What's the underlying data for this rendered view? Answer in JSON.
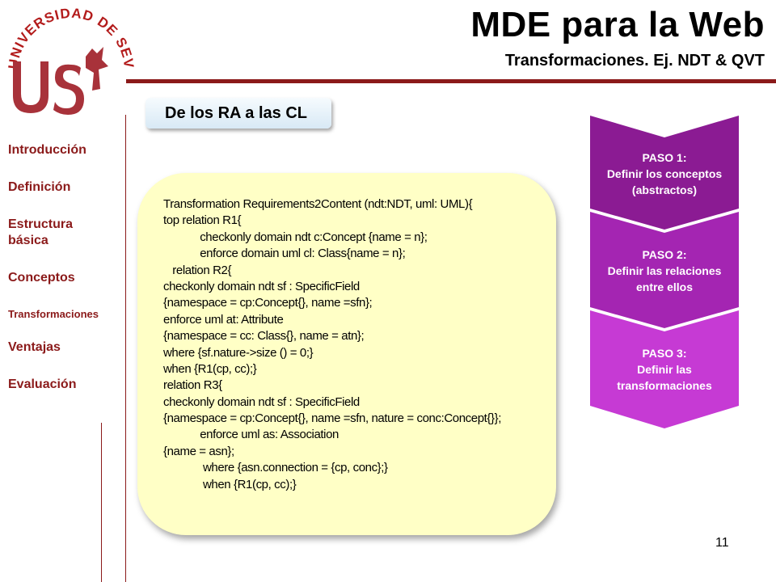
{
  "logo": {
    "text": "UNIVERSIDAD DE SEVILLA",
    "colors": {
      "text": "#b31b1b",
      "emblem": "#a8323a"
    }
  },
  "header": {
    "title": "MDE para la Web",
    "subtitle": "Transformaciones. Ej. NDT & QVT"
  },
  "sidebar": {
    "items": [
      {
        "label": "Introducción"
      },
      {
        "label": "Definición"
      },
      {
        "label": "Estructura básica",
        "line1": "Estructura",
        "line2": "básica"
      },
      {
        "label": "Conceptos"
      },
      {
        "label": "Transformaciones"
      },
      {
        "label": "Ventajas"
      },
      {
        "label": "Evaluación"
      }
    ]
  },
  "section": {
    "title": "De los RA a las CL"
  },
  "code": {
    "lines": [
      "Transformation Requirements2Content (ndt:NDT, uml: UML){",
      "top relation R1{",
      "            checkonly domain ndt c:Concept {name = n};",
      "            enforce domain uml cl: Class{name = n};",
      "   relation R2{",
      "checkonly domain ndt sf : SpecificField",
      "{namespace = cp:Concept{}, name =sfn};",
      "enforce uml at: Attribute",
      "{namespace = cc: Class{}, name = atn};",
      "where {sf.nature->size () = 0;}",
      "when {R1(cp, cc);}",
      "relation R3{",
      "checkonly domain ndt sf : SpecificField",
      "{namespace = cp:Concept{}, name =sfn, nature = conc:Concept{}};",
      "            enforce uml as: Association",
      "{name = asn};",
      "             where {asn.connection = {cp, conc};}",
      "             when {R1(cp, cc);}"
    ]
  },
  "steps": [
    {
      "title": "PASO 1:",
      "line1": "Definir los conceptos",
      "line2": "(abstractos)",
      "color": "#8b1b93"
    },
    {
      "title": "PASO 2:",
      "line1": "Definir las relaciones",
      "line2": "entre ellos",
      "color": "#a425b2"
    },
    {
      "title": "PASO 3:",
      "line1": "Definir las",
      "line2": "transformaciones",
      "color": "#c63ad4"
    }
  ],
  "page_number": "11",
  "colors": {
    "accent": "#8b1a1a",
    "code_bg": "#ffffc6",
    "tab_bg": "#d8e9f5"
  }
}
